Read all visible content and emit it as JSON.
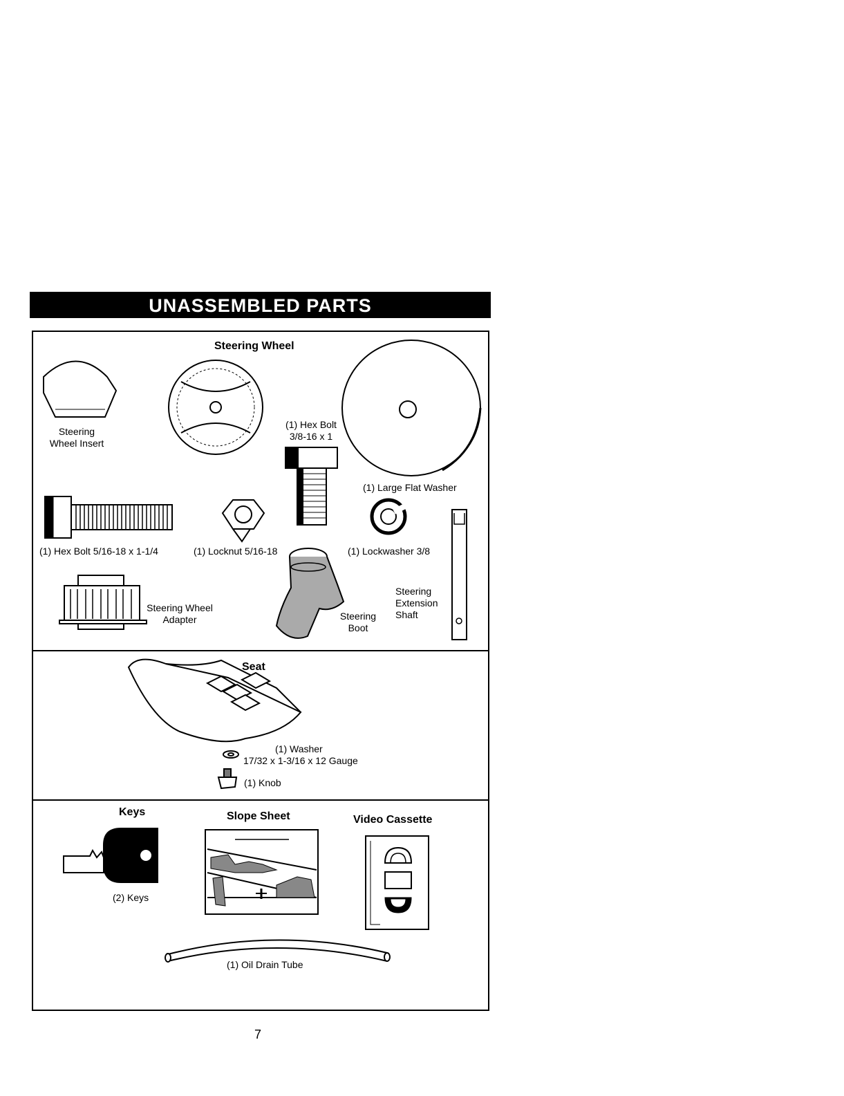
{
  "page_title": "UNASSEMBLED PARTS",
  "page_number": "7",
  "section1": {
    "steering_wheel_heading": "Steering Wheel",
    "steering_wheel_insert": [
      "Steering",
      "Wheel Insert"
    ],
    "hex_bolt_3_8": [
      "(1) Hex Bolt",
      "3/8-16 x 1"
    ],
    "large_flat_washer": "(1) Large Flat Washer",
    "hex_bolt_5_16": "(1) Hex Bolt 5/16-18 x 1-1/4",
    "locknut": "(1) Locknut 5/16-18",
    "lockwasher": "(1) Lockwasher 3/8",
    "steering_wheel_adapter": [
      "Steering Wheel",
      "Adapter"
    ],
    "steering_boot": [
      "Steering",
      "Boot"
    ],
    "steering_extension_shaft": [
      "Steering",
      "Extension",
      "Shaft"
    ]
  },
  "section2": {
    "seat": "Seat",
    "washer": [
      "(1) Washer",
      "17/32 x 1-3/16 x 12 Gauge"
    ],
    "knob": "(1) Knob"
  },
  "section3": {
    "keys_heading": "Keys",
    "keys_label": "(2) Keys",
    "slope_sheet_heading": "Slope Sheet",
    "video_cassette_heading": "Video Cassette",
    "oil_drain_tube": "(1) Oil Drain Tube"
  }
}
